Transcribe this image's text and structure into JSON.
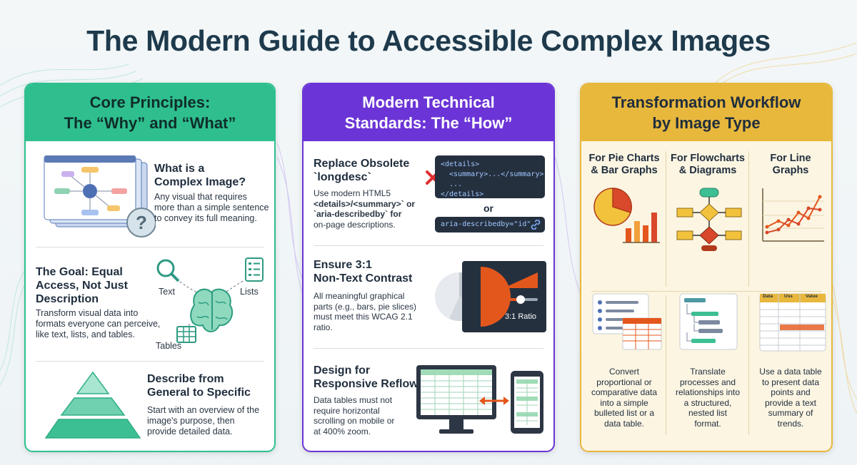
{
  "title": "The Modern Guide to Accessible Complex Images",
  "columns": {
    "core": {
      "header": [
        "Core Principles:",
        "The “Why” and “What”"
      ],
      "sections": [
        {
          "heading": [
            "What is a",
            "Complex Image?"
          ],
          "text": [
            "Any visual that requires",
            "more than a simple sentence",
            "to convey its full meaning."
          ]
        },
        {
          "heading": [
            "The Goal: Equal",
            "Access, Not Just",
            "Description"
          ],
          "text": [
            "Transform visual data into",
            "formats everyone can perceive,",
            "like text, lists, and tables."
          ],
          "labels": {
            "text": "Text",
            "lists": "Lists",
            "tables": "Tables"
          }
        },
        {
          "heading": [
            "Describe from",
            "General to Specific"
          ],
          "text": [
            "Start with an overview of the",
            "image's purpose, then",
            "provide detailed data."
          ]
        }
      ]
    },
    "standards": {
      "header": [
        "Modern Technical",
        "Standards: The “How”"
      ],
      "sections": [
        {
          "heading": [
            "Replace Obsolete",
            "`longdesc`"
          ],
          "text": [
            "Use modern HTML5",
            "<details>/<summary>` or",
            "`aria-describedby` for",
            "on-page descriptions."
          ],
          "code_lines": [
            "<details>",
            "  <summary>...</summary>",
            "  ...",
            "</details>"
          ],
          "or_label": "or",
          "aria_code": "aria-describedby=\"id\""
        },
        {
          "heading": [
            "Ensure 3:1",
            "Non-Text Contrast"
          ],
          "text": [
            "All meaningful graphical",
            "parts (e.g., bars, pie slices)",
            "must meet this WCAG 2.1",
            "ratio."
          ],
          "ratio_label": "3:1 Ratio"
        },
        {
          "heading": [
            "Design for",
            "Responsive Reflow"
          ],
          "text": [
            "Data tables must not",
            "require horizontal",
            "scrolling on mobile or",
            "at 400% zoom."
          ]
        }
      ]
    },
    "workflow": {
      "header": [
        "Transformation Workflow",
        "by Image Type"
      ],
      "types": [
        {
          "title": [
            "For Pie Charts",
            "& Bar Graphs"
          ],
          "text": [
            "Convert",
            "proportional or",
            "comparative data",
            "into a simple",
            "bulleted list or a",
            "data table."
          ]
        },
        {
          "title": [
            "For Flowcharts",
            "& Diagrams"
          ],
          "text": [
            "Translate",
            "processes and",
            "relationships into",
            "a structured,",
            "nested list",
            "format."
          ]
        },
        {
          "title": [
            "For Line",
            "Graphs"
          ],
          "text": [
            "Use a data table",
            "to present data",
            "points and",
            "provide a text",
            "summary of",
            "trends."
          ]
        }
      ],
      "table_headers": [
        "Data",
        "Uss",
        "Value"
      ]
    }
  },
  "colors": {
    "core": "#2fbf8f",
    "standards": "#6b34d6",
    "workflow": "#e8b83d",
    "pie_orange": "#e4571c",
    "bar_orange": "#e4571c"
  }
}
